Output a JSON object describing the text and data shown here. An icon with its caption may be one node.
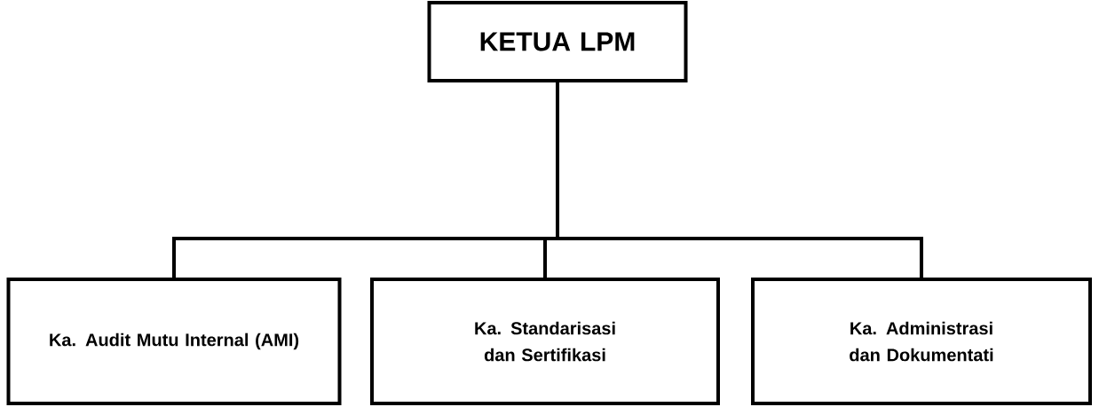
{
  "diagram": {
    "nodes": [
      {
        "text": [
          "KETUA LPM"
        ]
      },
      {
        "text": [
          "Ka. Audit Mutu Internal (AMI)"
        ]
      },
      {
        "text": [
          "Ka. Standarisasi dan Sertifikasi"
        ]
      },
      {
        "text": [
          "Ka. Administrasi dan Dokumentati"
        ]
      }
    ],
    "edges": [
      {
        "from": 0,
        "to": 1,
        "arrow": "none"
      },
      {
        "from": 0,
        "to": 2,
        "arrow": "none"
      },
      {
        "from": 0,
        "to": 3,
        "arrow": "none"
      }
    ]
  }
}
